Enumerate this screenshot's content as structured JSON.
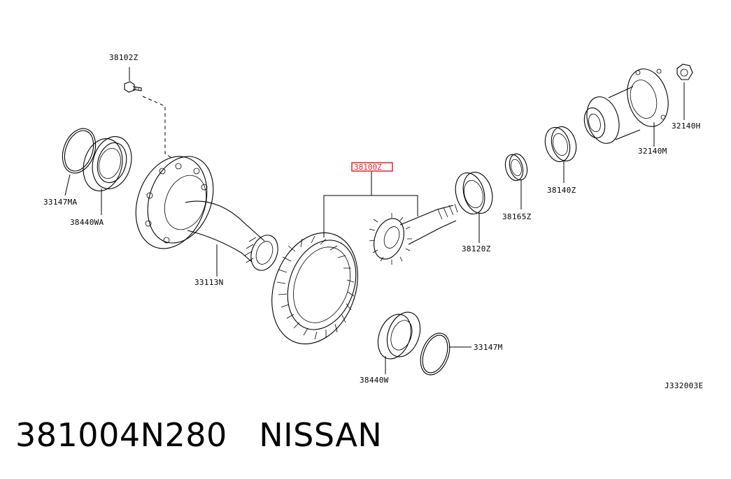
{
  "parts": {
    "p38102Z": "38102Z",
    "p33147MA": "33147MA",
    "p38440WA": "38440WA",
    "p33113N": "33113N",
    "p38100Z": "38100Z",
    "p38120Z": "38120Z",
    "p38165Z": "38165Z",
    "p38140Z": "38140Z",
    "p32140M": "32140M",
    "p32140H": "32140H",
    "p38440W": "38440W",
    "p33147M": "33147M"
  },
  "diagram_ref": "J332003E",
  "caption": {
    "part_number": "381004N280",
    "brand": "NISSAN"
  },
  "colors": {
    "highlight": "#e8202a",
    "line": "#000000"
  }
}
